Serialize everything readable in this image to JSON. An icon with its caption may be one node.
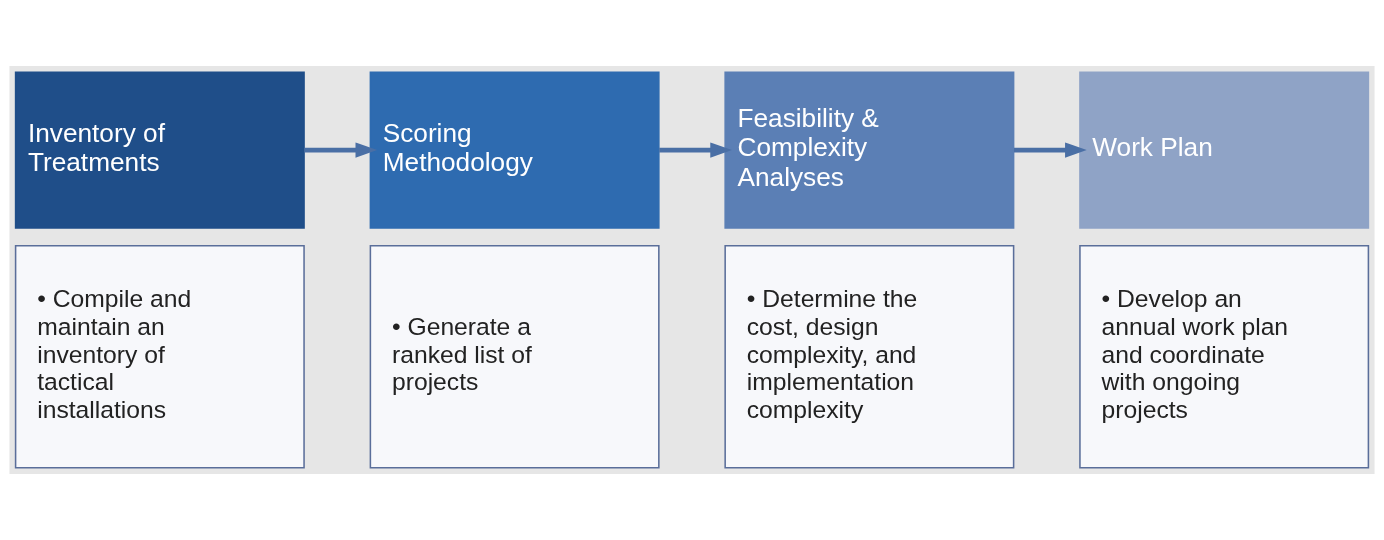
{
  "diagram": {
    "nodes": [
      {
        "text": [
          "Inventory of Treatments"
        ]
      },
      {
        "text": [
          "• Compile and maintain an inventory of tactical installations"
        ]
      },
      {
        "text": [
          "Scoring Methodology"
        ]
      },
      {
        "text": [
          "• Generate a ranked list of projects"
        ]
      },
      {
        "text": [
          "Feasibility & Complexity Analyses"
        ]
      },
      {
        "text": [
          "• Determine the cost, design complexity, and implementation complexity"
        ]
      },
      {
        "text": [
          "Work Plan"
        ]
      },
      {
        "text": [
          "• Develop an annual work plan and coordinate with ongoing projects"
        ]
      }
    ],
    "edges": [
      {
        "from": 0,
        "to": 2,
        "arrow": "to"
      },
      {
        "from": 2,
        "to": 4,
        "arrow": "to"
      },
      {
        "from": 4,
        "to": 6,
        "arrow": "to"
      }
    ]
  }
}
